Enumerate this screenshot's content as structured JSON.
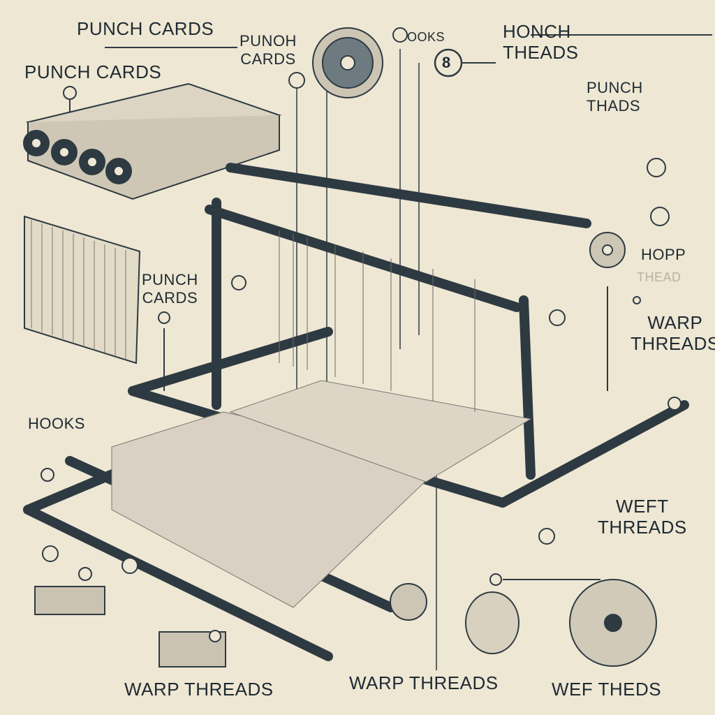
{
  "diagram": {
    "colors": {
      "background": "#eee7d3",
      "ink": "#1e2a33",
      "frame": "#3c4a52",
      "thread": "#9a8f86"
    },
    "labels": {
      "punch_cards_top": "PUNCH CARDS",
      "punch_cards_left": "PUNCH CARDS",
      "punoh_cards": "PUNOH\nCARDS",
      "hooks_top": "OOKS",
      "badge_8": "8",
      "honch_theads": "HONCH\nTHEADS",
      "punch_thads": "PUNCH\nTHADS",
      "hopp": "HOPP",
      "thead_faint": "THEAD",
      "warp_threads_right": "WARP\nTHREADS",
      "punch_cards_mid": "PUNCH\nCARDS",
      "hooks_left": "HOOKS",
      "weft_threads": "WEFT\nTHREADS",
      "warp_threads_bottom_left": "WARP THREADS",
      "warp_threads_bottom_mid": "WARP THREADS",
      "wef_theds": "WEF THEDS"
    }
  }
}
